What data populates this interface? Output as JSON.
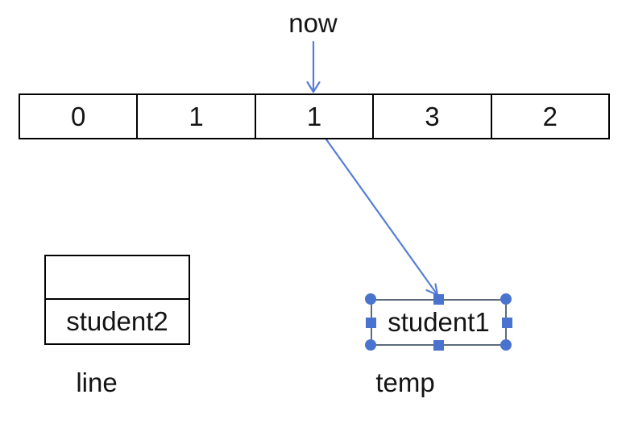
{
  "pointer": {
    "label": "now"
  },
  "array": {
    "cells": [
      "0",
      "1",
      "1",
      "3",
      "2"
    ]
  },
  "line_box": {
    "value": "student2",
    "caption": "line"
  },
  "temp_box": {
    "value": "student1",
    "caption": "temp"
  },
  "colors": {
    "arrow": "#567dd6",
    "handle": "#4a73cf",
    "selection": "#5d6b7c",
    "box_border": "#000000"
  }
}
